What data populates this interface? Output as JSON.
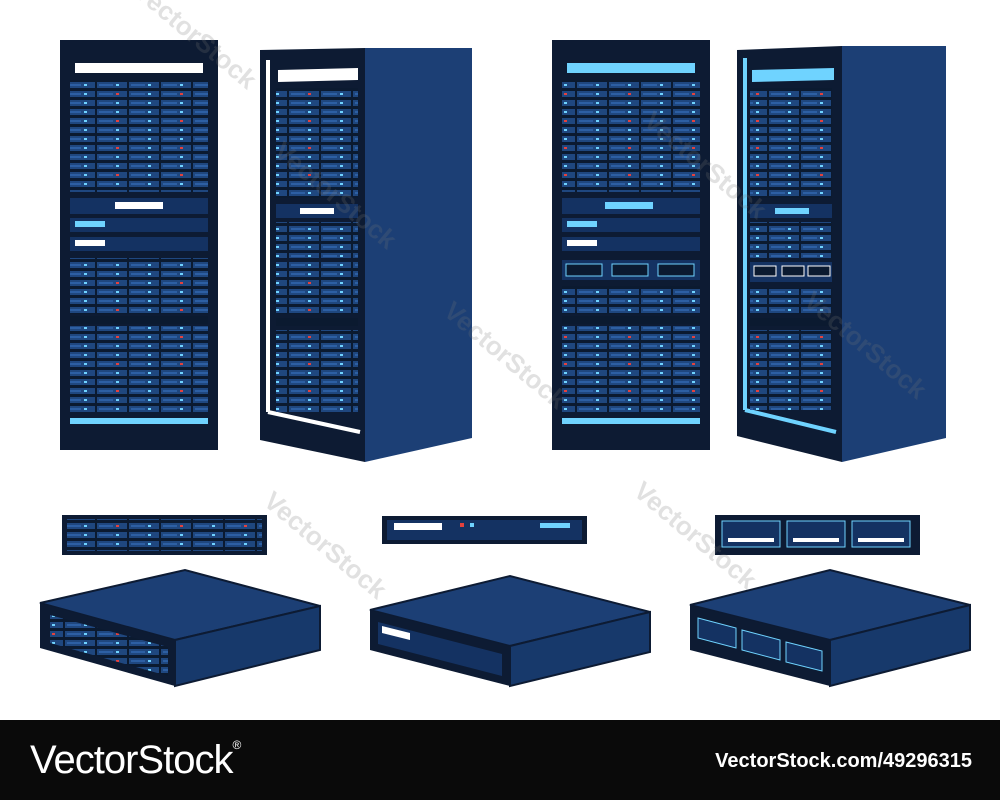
{
  "footer": {
    "brand": "VectorStock",
    "registered": "®",
    "image_ref": "VectorStock.com/49296315"
  },
  "watermark_text": "VectorStock",
  "colors": {
    "rack_dark": "#0d1b33",
    "rack_blue": "#1c3f75",
    "rack_side": "#17396b",
    "accent": "#5fd0ff",
    "led_red": "#e4413d",
    "footer_bg": "#0a0a0a"
  }
}
